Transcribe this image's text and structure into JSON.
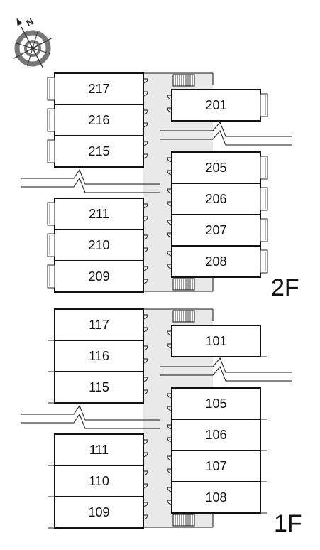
{
  "colors": {
    "wall": "#111111",
    "corridor": "#e9e9e9",
    "room_fill": "#ffffff",
    "compass": "#777777"
  },
  "compass": {
    "label": "N",
    "icon": "compass-rose-icon"
  },
  "floors": [
    {
      "id": "2f",
      "label": "2F",
      "left_rooms": [
        "217",
        "216",
        "215",
        "",
        "211",
        "210",
        "209"
      ],
      "right_rooms": [
        "201",
        "",
        "205",
        "206",
        "207",
        "208"
      ]
    },
    {
      "id": "1f",
      "label": "1F",
      "left_rooms": [
        "117",
        "116",
        "115",
        "",
        "111",
        "110",
        "109"
      ],
      "right_rooms": [
        "101",
        "",
        "105",
        "106",
        "107",
        "108"
      ]
    }
  ]
}
